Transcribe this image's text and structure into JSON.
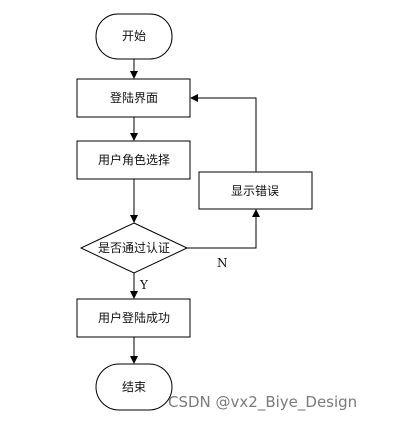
{
  "nodes": {
    "start": "开始",
    "login_screen": "登陆界面",
    "role_select": "用户角色选择",
    "auth_check": "是否通过认证",
    "show_error": "显示错误",
    "login_success": "用户登陆成功",
    "end": "结束"
  },
  "edges": {
    "yes": "Y",
    "no": "N"
  },
  "watermark": "CSDN @vx2_Biye_Design",
  "colors": {
    "stroke": "#000000",
    "text": "#111111",
    "watermark": "#7a7a7a"
  }
}
